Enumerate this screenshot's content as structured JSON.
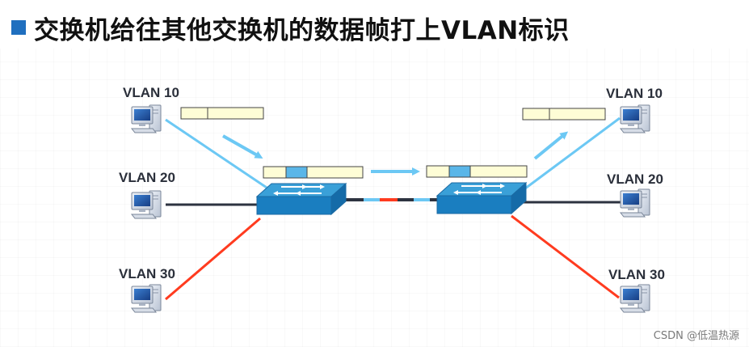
{
  "title": "交换机给往其他交换机的数据帧打上VLAN标识",
  "watermark": "CSDN @低温热源",
  "left_hosts": [
    {
      "label": "VLAN 10",
      "vlan": 10
    },
    {
      "label": "VLAN 20",
      "vlan": 20
    },
    {
      "label": "VLAN 30",
      "vlan": 30
    }
  ],
  "right_hosts": [
    {
      "label": "VLAN 10",
      "vlan": 10
    },
    {
      "label": "VLAN 20",
      "vlan": 20
    },
    {
      "label": "VLAN 30",
      "vlan": 30
    }
  ],
  "colors": {
    "vlan10": "#6cc8f4",
    "vlan20": "#2d3340",
    "vlan30": "#ff3b1f",
    "switch_top": "#3aa0d8",
    "switch_front": "#1a7ec0",
    "frame_fill": "#fefdd6",
    "tag_fill": "#5ab6e8",
    "title_square": "#1f6fbf"
  }
}
